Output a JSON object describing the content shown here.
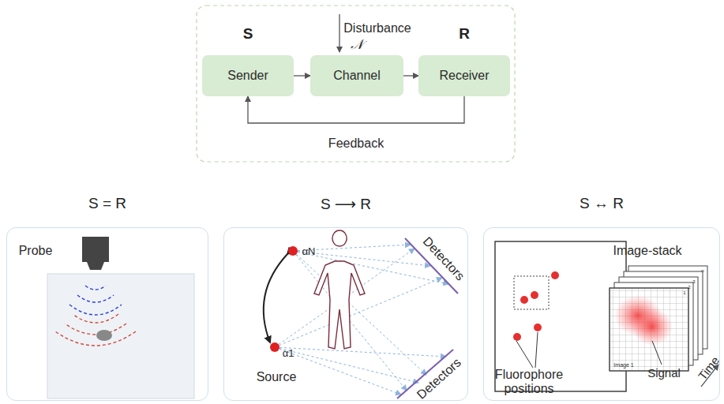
{
  "diagram": {
    "nodes": [
      {
        "text": [
          "S",
          "Sender"
        ]
      },
      {
        "text": [
          "Channel"
        ]
      },
      {
        "text": [
          "R",
          "Receiver"
        ]
      },
      {
        "text": [
          "S = R"
        ]
      },
      {
        "text": [
          "S ⟶ R"
        ]
      },
      {
        "text": [
          "S ↔ R"
        ]
      }
    ],
    "edges": [
      {
        "from": 0,
        "to": 1,
        "arrow": "to"
      },
      {
        "from": 1,
        "to": 2,
        "arrow": "to"
      },
      {
        "from": 2,
        "to": 0,
        "arrow": "to",
        "label": "Feedback"
      }
    ],
    "labels": [
      "Disturbance",
      "𝒩",
      "Probe",
      "αN",
      "α1",
      "Source",
      "Detectors",
      "Detectors",
      "Image-stack",
      "Fluorophore positions",
      "Signal",
      "Time",
      "Image 1",
      "1",
      "2",
      "3",
      "n"
    ]
  }
}
